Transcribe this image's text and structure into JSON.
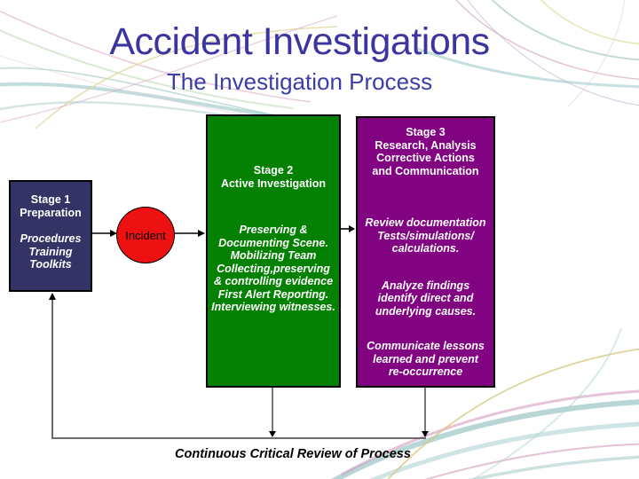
{
  "slide": {
    "title": "Accident Investigations",
    "subtitle": "The Investigation Process",
    "footer_label": "Continuous Critical Review of Process"
  },
  "colors": {
    "title_text": "#3b35a2",
    "subtitle_text": "#3b3da8",
    "stage1_bg": "#333366",
    "stage2_bg": "#048102",
    "stage3_bg": "#820382",
    "incident_bg": "#ed1111",
    "box_text": "#ffffff",
    "arrow": "#000000",
    "loop_line": "#5a5a5a"
  },
  "diagram": {
    "stage1": {
      "heading_lines": [
        "Stage 1",
        "Preparation"
      ],
      "body_lines": [
        "Procedures",
        "Training",
        "Toolkits"
      ]
    },
    "incident": {
      "label": "Incident"
    },
    "stage2": {
      "heading_lines": [
        "Stage 2",
        "Active Investigation"
      ],
      "body_lines": [
        "Preserving &",
        "Documenting Scene.",
        "Mobilizing Team",
        "Collecting,preserving",
        "& controlling evidence",
        "First Alert Reporting.",
        "Interviewing witnesses."
      ]
    },
    "stage3": {
      "heading_lines": [
        "Stage 3",
        "Research, Analysis",
        "Corrective Actions",
        "and Communication"
      ],
      "paragraph1": [
        "Review documentation",
        "Tests/simulations/",
        "calculations."
      ],
      "paragraph2": [
        "Analyze findings",
        "identify direct and",
        "underlying causes."
      ],
      "paragraph3": [
        "Communicate lessons",
        "learned and prevent",
        "re-occurrence"
      ]
    }
  }
}
